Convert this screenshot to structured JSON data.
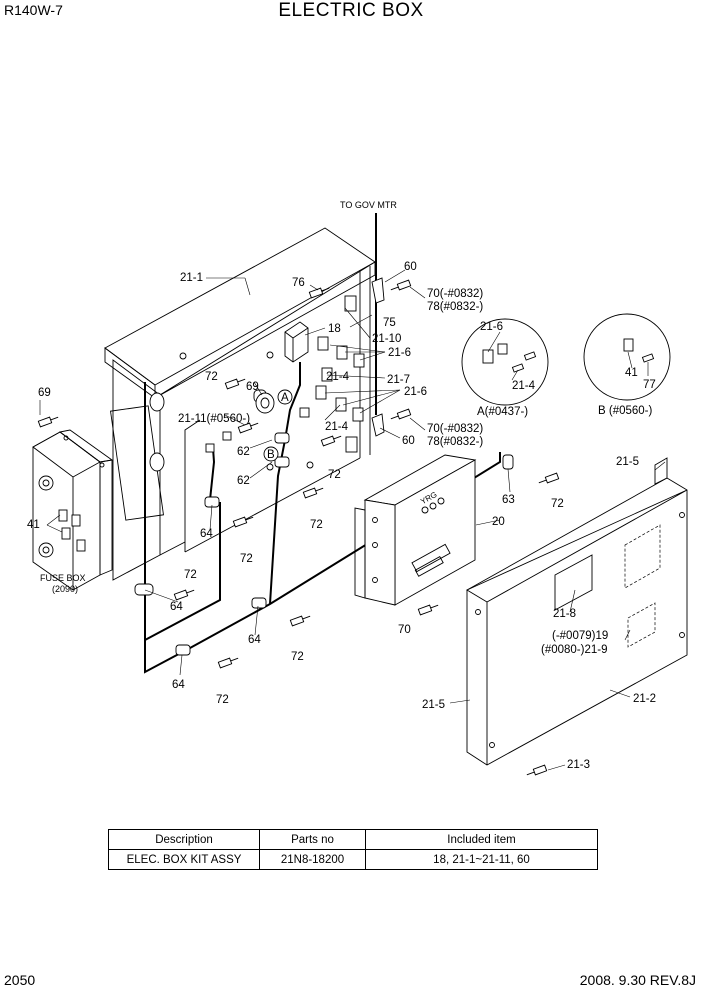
{
  "header": {
    "model": "R140W-7",
    "title": "ELECTRIC BOX"
  },
  "footer": {
    "page": "2050",
    "date_rev": "2008. 9.30  REV.8J"
  },
  "labels": {
    "to_gov_mtr": "TO GOV MTR",
    "l21_1": "21-1",
    "l76": "76",
    "l60a": "60",
    "l70a": "70(-#0832)",
    "l78a": "78(#0832-)",
    "l18": "18",
    "l75": "75",
    "l21_10": "21-10",
    "l21_6a": "21-6",
    "l21_4a": "21-4",
    "l21_7": "21-7",
    "l21_6b": "21-6",
    "l21_4b": "21-4",
    "l60b": "60",
    "l70b": "70(-#0832)",
    "l78b": "78(#0832-)",
    "l69a": "69",
    "l69b": "69",
    "l72a": "72",
    "l21_11": "21-11(#0560-)",
    "l62a": "62",
    "l62b": "62",
    "callout_a": "A",
    "callout_b": "B",
    "l72b": "72",
    "l72c": "72",
    "l64a": "64",
    "l72d": "72",
    "l41a": "41",
    "fuse_box": "FUSE BOX",
    "fuse_box_no": "(2090)",
    "yrg": "YRG",
    "l72e": "72",
    "l64b": "64",
    "l64c": "64",
    "l72f": "72",
    "l64d": "64",
    "l72g": "72",
    "l20": "20",
    "l63": "63",
    "l72h": "72",
    "l70c": "70",
    "l21_5a": "21-5",
    "l21_8": "21-8",
    "l19": "(-#0079)19",
    "l21_9": "(#0080-)21-9",
    "l21_5b": "21-5",
    "l21_2": "21-2",
    "l21_3": "21-3",
    "detA_21_6": "21-6",
    "detA_21_4": "21-4",
    "detA_caption": "A(#0437-)",
    "detB_41": "41",
    "detB_77": "77",
    "detB_caption": "B (#0560-)"
  },
  "table": {
    "headers": [
      "Description",
      "Parts no",
      "Included item"
    ],
    "rows": [
      [
        "ELEC. BOX KIT ASSY",
        "21N8-18200",
        "18, 21-1~21-11, 60"
      ]
    ]
  }
}
